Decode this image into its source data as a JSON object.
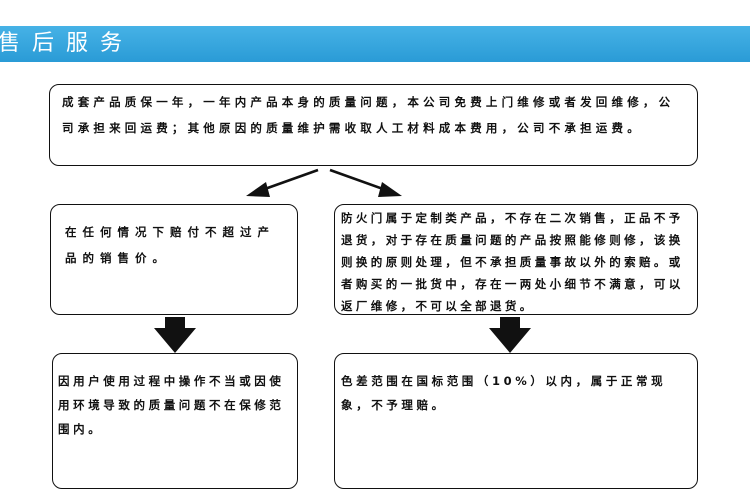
{
  "header": {
    "title": "售后服务",
    "band_color": "#2a9bd6"
  },
  "boxes": {
    "top": "成套产品质保一年，一年内产品本身的质量问题，本公司免费上门维修或者发回维修，公司承担来回运费；其他原因的质量维护需收取人工材料成本费用，公司不承担运费。",
    "left_1": "在任何情况下赔付不超过产品的销售价。",
    "right_1": "防火门属于定制类产品，不存在二次销售，正品不予退货，对于存在质量问题的产品按照能修则修，该换则换的原则处理，但不承担质量事故以外的索赔。或者购买的一批货中，存在一两处小细节不满意，可以返厂维修，不可以全部退货。",
    "left_2": "因用户使用过程中操作不当或因使用环境导致的质量问题不在保修范围内。",
    "right_2": "色差范围在国标范围（10%）以内，属于正常现象，不予理赔。"
  },
  "icons": {
    "split_arrows": "diagonal-arrow-icon",
    "down_arrows": "thick-down-arrow-icon"
  }
}
